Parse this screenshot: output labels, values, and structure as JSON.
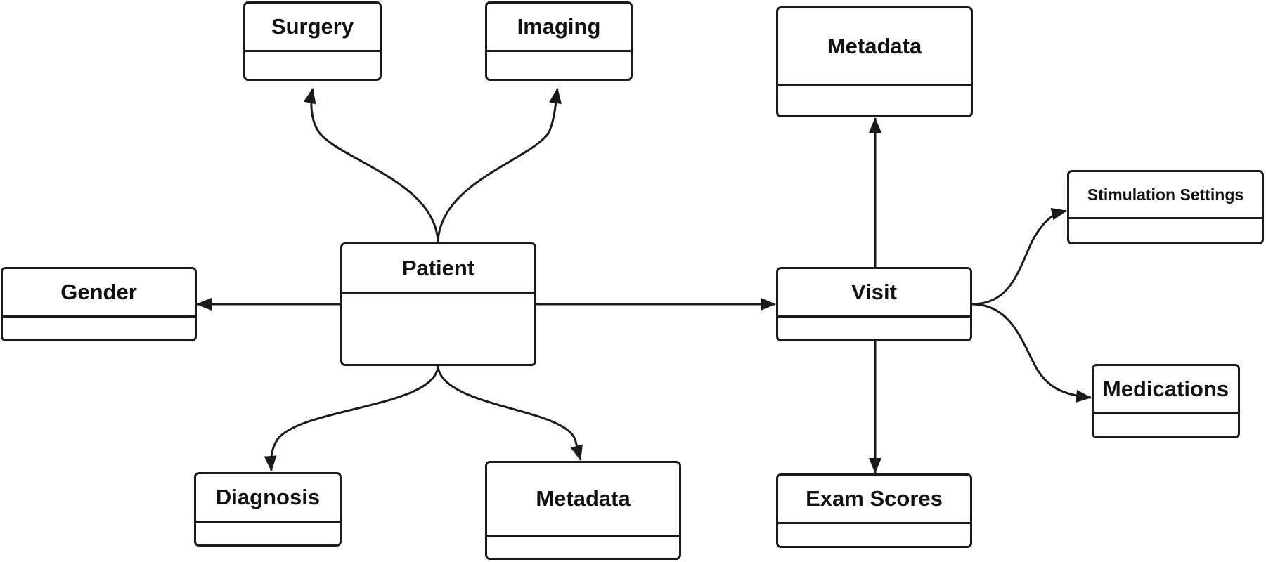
{
  "diagram": {
    "line_color": "#1a1a1a",
    "nodes": [
      {
        "id": "surgery",
        "label": "Surgery"
      },
      {
        "id": "imaging",
        "label": "Imaging"
      },
      {
        "id": "metadata_top",
        "label": "Metadata"
      },
      {
        "id": "stimulation_settings",
        "label": "Stimulation Settings"
      },
      {
        "id": "gender",
        "label": "Gender"
      },
      {
        "id": "patient",
        "label": "Patient"
      },
      {
        "id": "visit",
        "label": "Visit"
      },
      {
        "id": "medications",
        "label": "Medications"
      },
      {
        "id": "diagnosis",
        "label": "Diagnosis"
      },
      {
        "id": "metadata_bottom",
        "label": "Metadata"
      },
      {
        "id": "exam_scores",
        "label": "Exam Scores"
      }
    ],
    "edges": [
      {
        "from": "patient",
        "to": "surgery"
      },
      {
        "from": "patient",
        "to": "imaging"
      },
      {
        "from": "patient",
        "to": "gender"
      },
      {
        "from": "patient",
        "to": "visit"
      },
      {
        "from": "patient",
        "to": "diagnosis"
      },
      {
        "from": "patient",
        "to": "metadata_bottom"
      },
      {
        "from": "visit",
        "to": "metadata_top"
      },
      {
        "from": "visit",
        "to": "stimulation_settings"
      },
      {
        "from": "visit",
        "to": "medications"
      },
      {
        "from": "visit",
        "to": "exam_scores"
      }
    ]
  }
}
